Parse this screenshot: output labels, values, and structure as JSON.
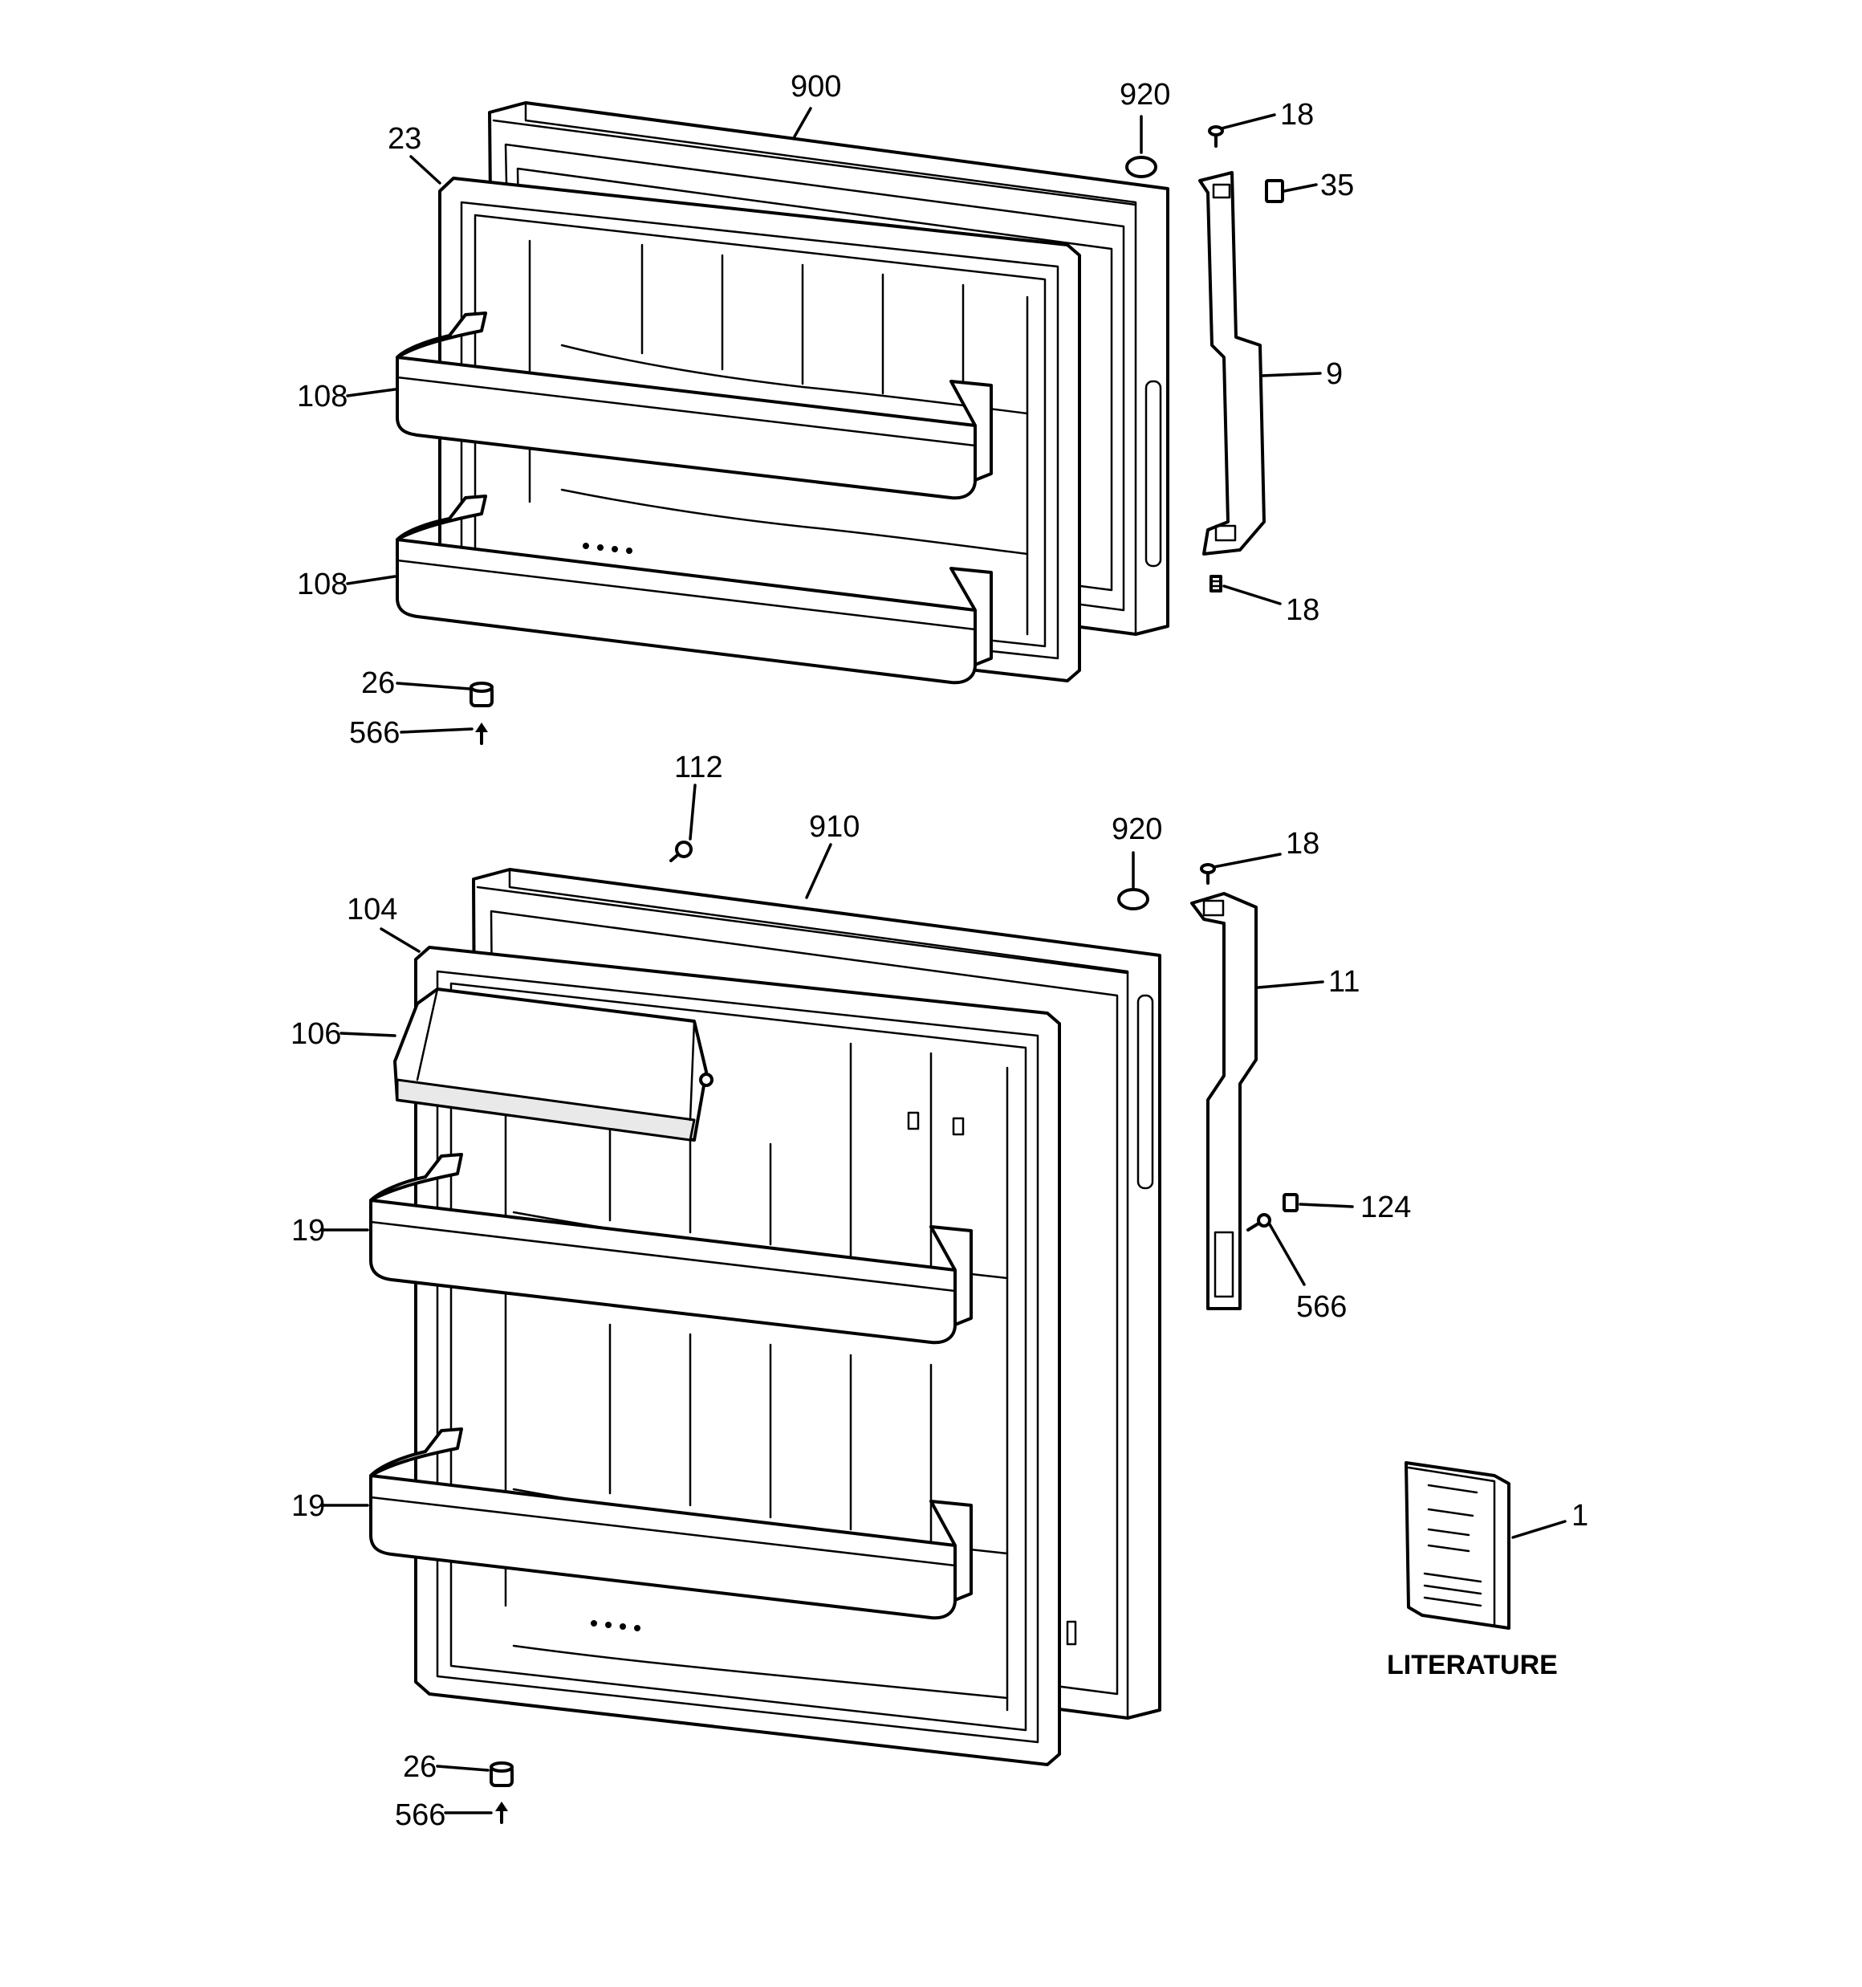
{
  "diagram": {
    "callouts": {
      "c900": "900",
      "c920a": "920",
      "c18a": "18",
      "c23": "23",
      "c35": "35",
      "c9": "9",
      "c108a": "108",
      "c108b": "108",
      "c18b": "18",
      "c26a": "26",
      "c566a": "566",
      "c112": "112",
      "c910": "910",
      "c920b": "920",
      "c18c": "18",
      "c104": "104",
      "c11": "11",
      "c106": "106",
      "c124": "124",
      "c566b": "566",
      "c19a": "19",
      "c19b": "19",
      "c1": "1",
      "c26b": "26",
      "c566c": "566"
    },
    "literature_label": "LITERATURE"
  }
}
